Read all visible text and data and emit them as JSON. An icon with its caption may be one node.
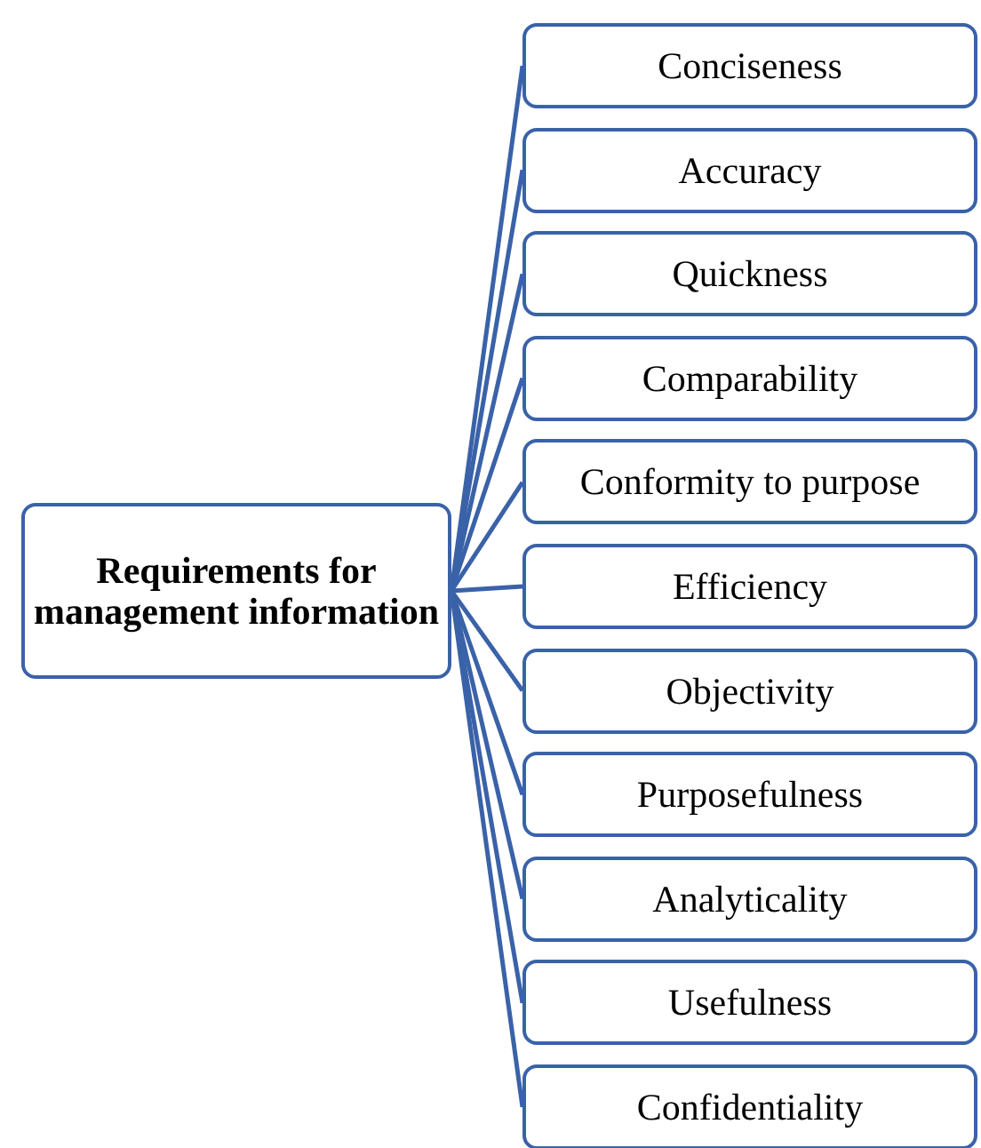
{
  "diagram": {
    "nodes": [
      {
        "text": [
          "Requirements for management information"
        ]
      },
      {
        "text": [
          "Conciseness"
        ]
      },
      {
        "text": [
          "Accuracy"
        ]
      },
      {
        "text": [
          "Quickness"
        ]
      },
      {
        "text": [
          "Comparability"
        ]
      },
      {
        "text": [
          "Conformity to purpose"
        ]
      },
      {
        "text": [
          "Efficiency"
        ]
      },
      {
        "text": [
          "Objectivity"
        ]
      },
      {
        "text": [
          "Purposefulness"
        ]
      },
      {
        "text": [
          "Analyticality"
        ]
      },
      {
        "text": [
          "Usefulness"
        ]
      },
      {
        "text": [
          "Confidentiality"
        ]
      }
    ],
    "edges": [
      {
        "from": 0,
        "to": 1,
        "arrow": "none"
      },
      {
        "from": 0,
        "to": 2,
        "arrow": "none"
      },
      {
        "from": 0,
        "to": 3,
        "arrow": "none"
      },
      {
        "from": 0,
        "to": 4,
        "arrow": "none"
      },
      {
        "from": 0,
        "to": 5,
        "arrow": "none"
      },
      {
        "from": 0,
        "to": 6,
        "arrow": "none"
      },
      {
        "from": 0,
        "to": 7,
        "arrow": "none"
      },
      {
        "from": 0,
        "to": 8,
        "arrow": "none"
      },
      {
        "from": 0,
        "to": 9,
        "arrow": "none"
      },
      {
        "from": 0,
        "to": 10,
        "arrow": "none"
      },
      {
        "from": 0,
        "to": 11,
        "arrow": "none"
      }
    ]
  }
}
